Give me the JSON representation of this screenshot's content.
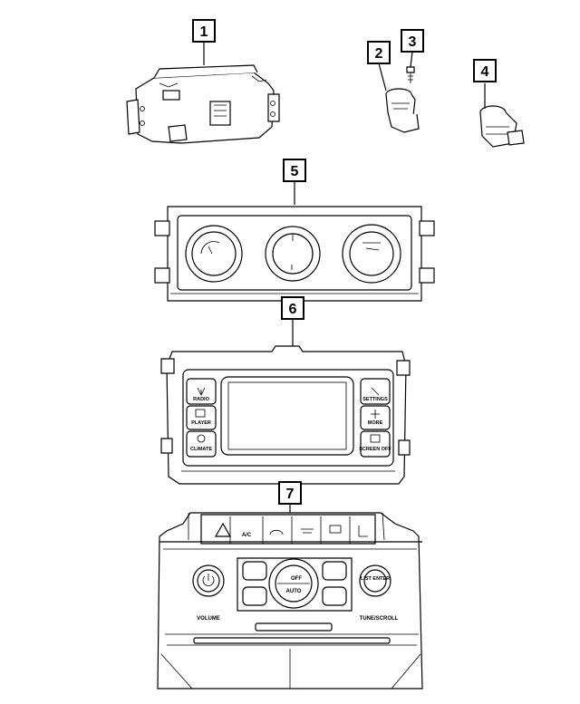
{
  "callouts": [
    {
      "id": "callout-1",
      "number": "1"
    },
    {
      "id": "callout-2",
      "number": "2"
    },
    {
      "id": "callout-3",
      "number": "3"
    },
    {
      "id": "callout-4",
      "number": "4"
    },
    {
      "id": "callout-5",
      "number": "5"
    },
    {
      "id": "callout-6",
      "number": "6"
    },
    {
      "id": "callout-7",
      "number": "7"
    }
  ],
  "part6_buttons": {
    "radio": "RADIO",
    "player": "PLAYER",
    "climate": "CLIMATE",
    "settings": "SETTINGS",
    "more": "MORE",
    "screen_off": "SCREEN OFF"
  },
  "part7_labels": {
    "ac": "A/C",
    "off": "OFF",
    "auto": "AUTO",
    "list_enter": "LIST ENTER",
    "volume": "VOLUME",
    "tune_scroll": "TUNE/SCROLL"
  }
}
